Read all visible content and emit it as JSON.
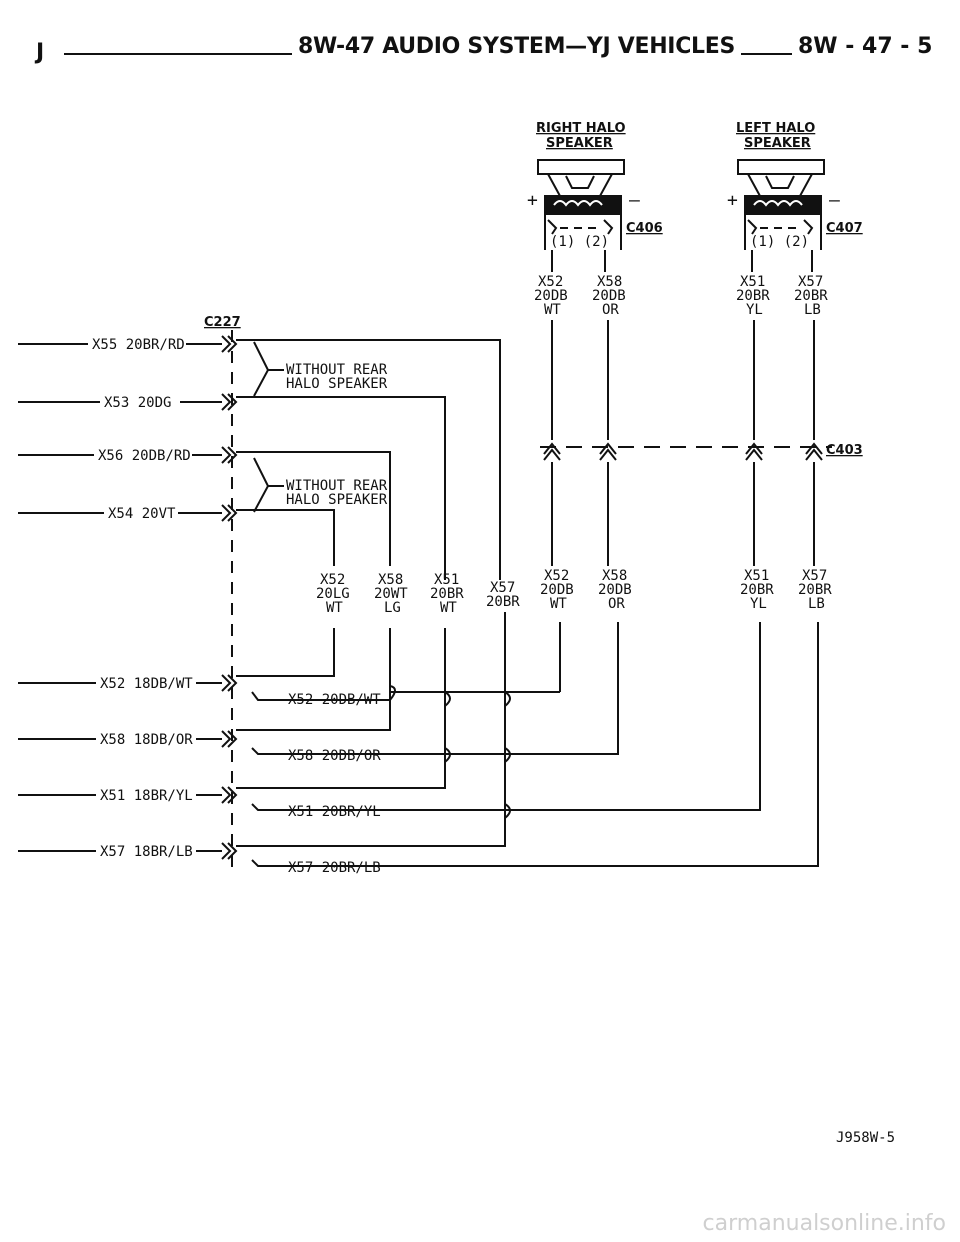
{
  "header": {
    "left": "J",
    "title": "8W-47 AUDIO SYSTEM—YJ VEHICLES",
    "page": "8W - 47 - 5"
  },
  "speakers": [
    {
      "title_line1": "RIGHT HALO",
      "title_line2": "SPEAKER",
      "connector": "C406",
      "pins": "(1) (2)",
      "wire_a": [
        "X52",
        "20DB",
        "WT"
      ],
      "wire_b": [
        "X58",
        "20DB",
        "OR"
      ]
    },
    {
      "title_line1": "LEFT HALO",
      "title_line2": "SPEAKER",
      "connector": "C407",
      "pins": "(1) (2)",
      "wire_a": [
        "X51",
        "20BR",
        "YL"
      ],
      "wire_b": [
        "X57",
        "20BR",
        "LB"
      ]
    }
  ],
  "connectors": {
    "c227": "C227",
    "c403": "C403"
  },
  "inputs_top": [
    "X55 20BR/RD",
    "X53 20DG",
    "X56 20DB/RD",
    "X54 20VT"
  ],
  "inputs_bottom": [
    "X52 18DB/WT",
    "X58 18DB/OR",
    "X51 18BR/YL",
    "X57 18BR/LB"
  ],
  "notes": [
    "WITHOUT REAR",
    "HALO SPEAKER"
  ],
  "branch_labels": [
    "X52 20DB/WT",
    "X58 20DB/OR",
    "X51 20BR/YL",
    "X57 20BR/LB"
  ],
  "mid_wires": [
    [
      "X52",
      "20LG",
      "WT"
    ],
    [
      "X58",
      "20WT",
      "LG"
    ],
    [
      "X51",
      "20BR",
      "WT"
    ],
    [
      "X57",
      "20BR",
      ""
    ],
    [
      "X52",
      "20DB",
      "WT"
    ],
    [
      "X58",
      "20DB",
      "OR"
    ],
    [
      "X51",
      "20BR",
      "YL"
    ],
    [
      "X57",
      "20BR",
      "LB"
    ]
  ],
  "figure_id": "J958W-5",
  "watermark": "carmanualsonline.info"
}
